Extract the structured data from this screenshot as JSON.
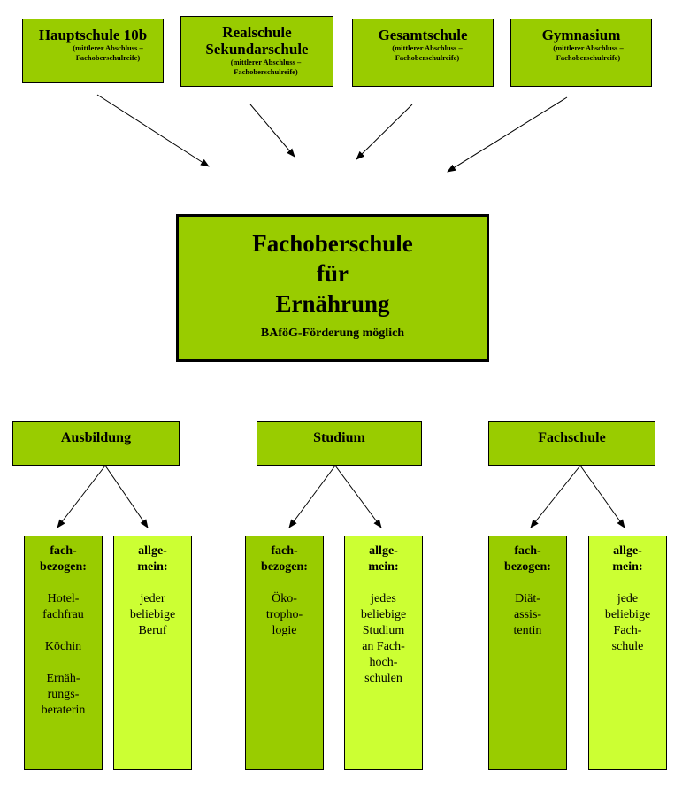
{
  "sources": [
    {
      "title": [
        "Hauptschule 10b"
      ],
      "note": [
        "(mittlerer Abschluss –",
        "Fachoberschulreife)"
      ]
    },
    {
      "title": [
        "Realschule",
        "Sekundarschule"
      ],
      "note": [
        "(mittlerer Abschluss –",
        "Fachoberschulreife)"
      ]
    },
    {
      "title": [
        "Gesamtschule"
      ],
      "note": [
        "(mittlerer Abschluss –",
        "Fachoberschulreife)"
      ]
    },
    {
      "title": [
        "Gymnasium"
      ],
      "note": [
        "(mittlerer Abschluss –",
        "Fachoberschulreife)"
      ]
    }
  ],
  "center": {
    "title": [
      "Fachoberschule",
      "für",
      "Ernährung"
    ],
    "note": "BAföG-Förderung möglich"
  },
  "branches": [
    {
      "label": "Ausbildung",
      "leaves": [
        {
          "head": [
            "fach-",
            "bezogen:"
          ],
          "groups": [
            [
              "Hotel-",
              "fachfrau"
            ],
            [
              "Köchin"
            ],
            [
              "Ernäh-",
              "rungs-",
              "beraterin"
            ]
          ]
        },
        {
          "head": [
            "allge-",
            "mein:"
          ],
          "groups": [
            [
              "jeder",
              "beliebige",
              "Beruf"
            ]
          ]
        }
      ]
    },
    {
      "label": "Studium",
      "leaves": [
        {
          "head": [
            "fach-",
            "bezogen:"
          ],
          "groups": [
            [
              "Öko-",
              "tropho-",
              "logie"
            ]
          ]
        },
        {
          "head": [
            "allge-",
            "mein:"
          ],
          "groups": [
            [
              "jedes",
              "beliebige",
              "Studium",
              "an Fach-",
              "hoch-",
              "schulen"
            ]
          ]
        }
      ]
    },
    {
      "label": "Fachschule",
      "leaves": [
        {
          "head": [
            "fach-",
            "bezogen:"
          ],
          "groups": [
            [
              "Diät-",
              "assis-",
              "tentin"
            ]
          ]
        },
        {
          "head": [
            "allge-",
            "mein:"
          ],
          "groups": [
            [
              "jede",
              "beliebige",
              "Fach-",
              "schule"
            ]
          ]
        }
      ]
    }
  ],
  "colors": {
    "dark_green": "#99cc00",
    "light_green": "#ccff33",
    "border": "#000000"
  }
}
